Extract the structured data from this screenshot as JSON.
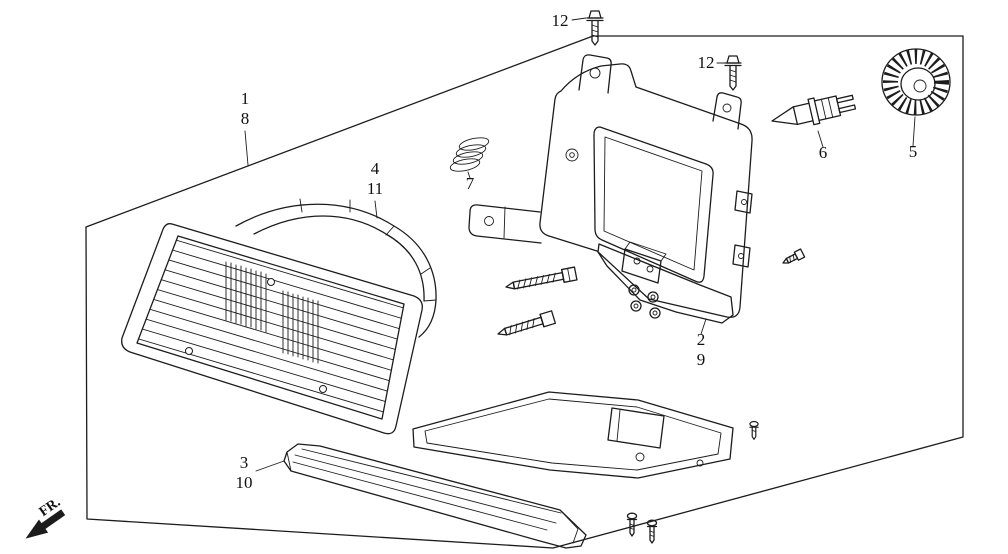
{
  "page": {
    "background": "#ffffff",
    "line_color": "#1c1c1c"
  },
  "diagram": {
    "kind": "exploded-parts-diagram",
    "subject": "headlight-assembly",
    "direction_label": "FR.",
    "callouts": [
      {
        "target": "mounting-bolt-top",
        "numbers": [
          "12"
        ]
      },
      {
        "target": "mounting-bolt-side",
        "numbers": [
          "12"
        ]
      },
      {
        "target": "headlight-unit",
        "numbers": [
          "1",
          "8"
        ]
      },
      {
        "target": "housing-seal",
        "numbers": [
          "4",
          "11"
        ]
      },
      {
        "target": "coil-spring",
        "numbers": [
          "7"
        ]
      },
      {
        "target": "bulb",
        "numbers": [
          "6"
        ]
      },
      {
        "target": "rubber-cap",
        "numbers": [
          "5"
        ]
      },
      {
        "target": "mounting-bracket",
        "numbers": [
          "2",
          "9"
        ]
      },
      {
        "target": "lower-garnish",
        "numbers": [
          "3",
          "10"
        ]
      }
    ]
  }
}
